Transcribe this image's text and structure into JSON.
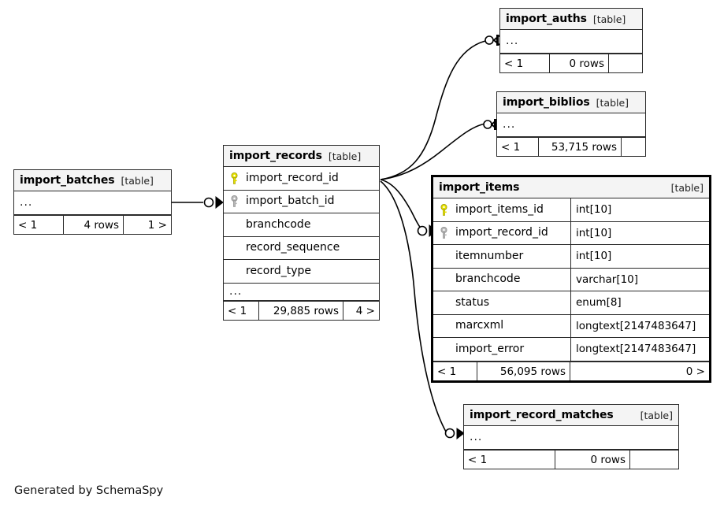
{
  "diagram": {
    "generator_credit": "Generated by SchemaSpy",
    "type_label": "[table]",
    "ellipsis": "...",
    "pk_icon": "primary-key-icon",
    "fk_icon": "foreign-key-icon",
    "pk_color": "#e8e200",
    "fk_color": "#b0b0b0",
    "header_bg": "#f4f4f4",
    "border_color": "#2a2a2a"
  },
  "tables": {
    "import_batches": {
      "name": "import_batches",
      "type": "[table]",
      "collapsed_marker": "...",
      "footer": {
        "left": "< 1",
        "mid": "4 rows",
        "right": "1 >"
      }
    },
    "import_records": {
      "name": "import_records",
      "type": "[table]",
      "columns": [
        {
          "name": "import_record_id",
          "key": "primary"
        },
        {
          "name": "import_batch_id",
          "key": "foreign"
        },
        {
          "name": "branchcode",
          "key": "none"
        },
        {
          "name": "record_sequence",
          "key": "none"
        },
        {
          "name": "record_type",
          "key": "none"
        }
      ],
      "collapsed_marker": "...",
      "footer": {
        "left": "< 1",
        "mid": "29,885 rows",
        "right": "4 >"
      }
    },
    "import_auths": {
      "name": "import_auths",
      "type": "[table]",
      "collapsed_marker": "...",
      "footer": {
        "left": "< 1",
        "mid": "0 rows",
        "right": ""
      }
    },
    "import_biblios": {
      "name": "import_biblios",
      "type": "[table]",
      "collapsed_marker": "...",
      "footer": {
        "left": "< 1",
        "mid": "53,715 rows",
        "right": ""
      }
    },
    "import_items": {
      "name": "import_items",
      "type": "[table]",
      "columns": [
        {
          "name": "import_items_id",
          "type": "int[10]",
          "key": "primary"
        },
        {
          "name": "import_record_id",
          "type": "int[10]",
          "key": "foreign"
        },
        {
          "name": "itemnumber",
          "type": "int[10]",
          "key": "none"
        },
        {
          "name": "branchcode",
          "type": "varchar[10]",
          "key": "none"
        },
        {
          "name": "status",
          "type": "enum[8]",
          "key": "none"
        },
        {
          "name": "marcxml",
          "type": "longtext[2147483647]",
          "key": "none"
        },
        {
          "name": "import_error",
          "type": "longtext[2147483647]",
          "key": "none"
        }
      ],
      "footer": {
        "left": "< 1",
        "mid": "56,095 rows",
        "right": "0 >"
      }
    },
    "import_record_matches": {
      "name": "import_record_matches",
      "type": "[table]",
      "collapsed_marker": "...",
      "footer": {
        "left": "< 1",
        "mid": "0 rows",
        "right": ""
      }
    }
  }
}
